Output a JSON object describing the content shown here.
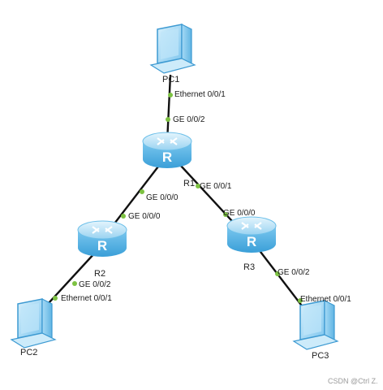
{
  "devices": {
    "pc1": {
      "label": "PC1",
      "icon": "pc-icon"
    },
    "pc2": {
      "label": "PC2",
      "icon": "pc-icon"
    },
    "pc3": {
      "label": "PC3",
      "icon": "pc-icon"
    },
    "r1": {
      "label": "R1",
      "icon": "router-icon",
      "glyph": "R"
    },
    "r2": {
      "label": "R2",
      "icon": "router-icon",
      "glyph": "R"
    },
    "r3": {
      "label": "R3",
      "icon": "router-icon",
      "glyph": "R"
    }
  },
  "links": [
    {
      "from": "pc1",
      "to": "r1",
      "from_port": "Ethernet 0/0/1",
      "to_port": "GE 0/0/2"
    },
    {
      "from": "r1",
      "to": "r2",
      "from_port": "GE 0/0/0",
      "to_port": "GE 0/0/0"
    },
    {
      "from": "r1",
      "to": "r3",
      "from_port": "GE 0/0/1",
      "to_port": "GE 0/0/0"
    },
    {
      "from": "r2",
      "to": "pc2",
      "from_port": "GE 0/0/2",
      "to_port": "Ethernet 0/0/1"
    },
    {
      "from": "r3",
      "to": "pc3",
      "from_port": "GE 0/0/2",
      "to_port": "Ethernet 0/0/1"
    }
  ],
  "colors": {
    "link": "#111111",
    "port_dot": "#7dc242",
    "router_body": "#5ab6e8",
    "router_top": "#bfe6fa",
    "pc_screen": "#9fd6f3",
    "pc_frame": "#4aa9df"
  },
  "watermark": "CSDN @Ctrl Z."
}
